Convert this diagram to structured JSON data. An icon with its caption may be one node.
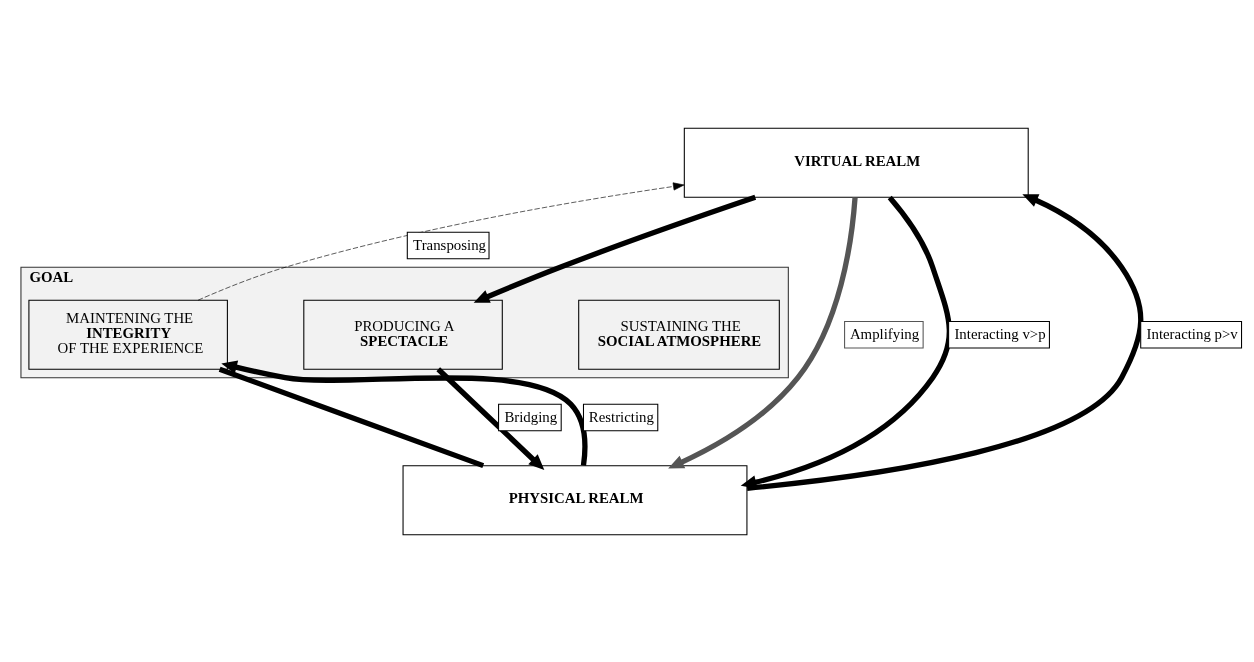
{
  "diagram": {
    "nodes": [
      {
        "text": [
          "VIRTUAL REALM"
        ]
      },
      {
        "text": [
          "GOAL"
        ]
      },
      {
        "text": [
          "MAINTENING THE **INTEGRITY** OF THE EXPERIENCE"
        ],
        "in": 1
      },
      {
        "text": [
          "PRODUCING A **SPECTACLE**"
        ],
        "in": 1
      },
      {
        "text": [
          "SUSTAINING THE **SOCIAL ATMOSPHERE**"
        ],
        "in": 1
      },
      {
        "text": [
          "PHYSICAL REALM"
        ]
      }
    ],
    "edges": [
      {
        "from": 2,
        "to": 0,
        "arrow": "to",
        "label": "Transposing",
        "style": "dashed"
      },
      {
        "from": 0,
        "to": 3,
        "arrow": "to"
      },
      {
        "from": 0,
        "to": 5,
        "arrow": "to",
        "label": "Amplifying",
        "color": "#555555"
      },
      {
        "from": 3,
        "to": 5,
        "arrow": "to",
        "label": "Bridging"
      },
      {
        "from": 5,
        "to": 2,
        "arrow": "to",
        "label": "Restricting"
      },
      {
        "from": 2,
        "to": 5,
        "arrow": "none"
      },
      {
        "from": 5,
        "to": 0,
        "arrow": "to",
        "label": "Interacting p>v"
      },
      {
        "from": 0,
        "to": 5,
        "arrow": "to",
        "label": "Interacting v>p"
      }
    ]
  }
}
